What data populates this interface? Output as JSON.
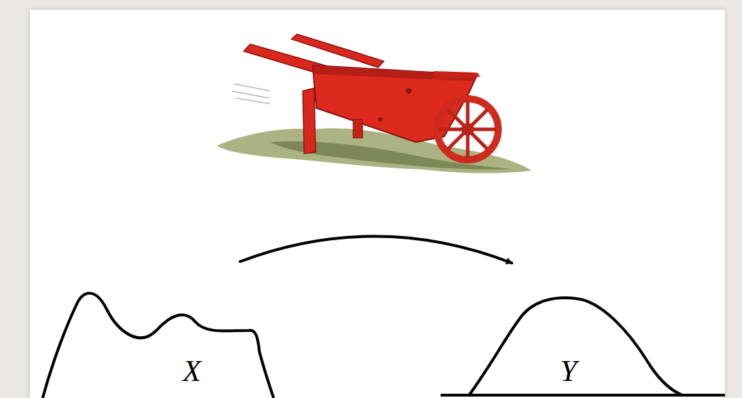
{
  "diagram": {
    "nodes": [
      {
        "text": [
          "X"
        ]
      },
      {
        "text": [
          "Y"
        ]
      }
    ],
    "edges": [
      {
        "from": 0,
        "to": 1,
        "arrow": "to"
      }
    ]
  }
}
